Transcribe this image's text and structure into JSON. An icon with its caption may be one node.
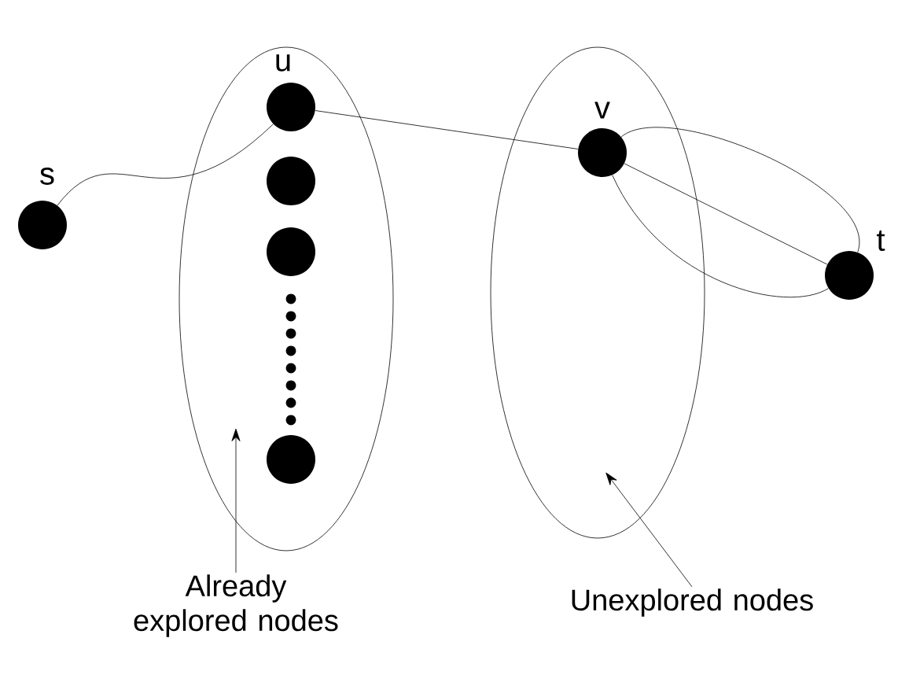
{
  "diagram": {
    "nodes": [
      {
        "text": [],
        "shape": "ellipse"
      },
      {
        "text": [],
        "shape": "ellipse"
      },
      {
        "text": [],
        "shape": "circle",
        "beside": [
          "s"
        ]
      },
      {
        "text": [],
        "shape": "circle",
        "in": 0,
        "beside": [
          "u"
        ]
      },
      {
        "text": [],
        "shape": "circle",
        "in": 0
      },
      {
        "text": [],
        "shape": "circle",
        "in": 0
      },
      {
        "text": [],
        "shape": "circle",
        "in": 0
      },
      {
        "text": [],
        "shape": "circle",
        "in": 1,
        "beside": [
          "v"
        ]
      },
      {
        "text": [],
        "shape": "circle",
        "beside": [
          "t"
        ]
      },
      {
        "text": [
          "Already explored nodes"
        ]
      },
      {
        "text": [
          "Unexplored nodes"
        ]
      }
    ],
    "edges": [
      {
        "from": 2,
        "to": 3,
        "arrow": "none"
      },
      {
        "from": 3,
        "to": 7,
        "arrow": "none"
      },
      {
        "from": 7,
        "to": 8,
        "arrow": "none"
      },
      {
        "from": 7,
        "to": 8,
        "arrow": "none"
      },
      {
        "from": 7,
        "to": 8,
        "arrow": "none"
      },
      {
        "from": 9,
        "to": 0,
        "arrow": "to"
      },
      {
        "from": 10,
        "to": 1,
        "arrow": "to"
      }
    ]
  }
}
